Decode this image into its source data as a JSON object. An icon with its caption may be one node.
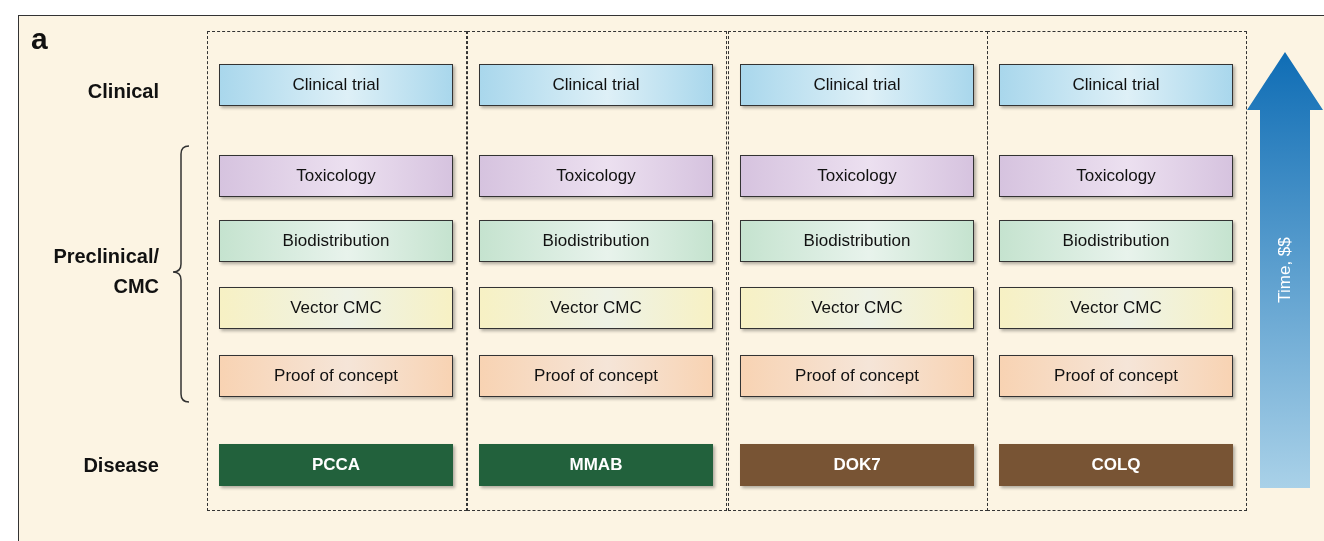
{
  "diagram": {
    "nodes": [
      {
        "text": [],
        "shape": "box"
      },
      {
        "text": [
          "Clinical trial"
        ],
        "in": 0
      },
      {
        "text": [
          "Toxicology"
        ],
        "in": 0
      },
      {
        "text": [
          "Biodistribution"
        ],
        "in": 0
      },
      {
        "text": [
          "Vector CMC"
        ],
        "in": 0
      },
      {
        "text": [
          "Proof of concept"
        ],
        "in": 0
      },
      {
        "text": [
          "PCCA"
        ],
        "in": 0
      },
      {
        "text": [],
        "shape": "box"
      },
      {
        "text": [
          "Clinical trial"
        ],
        "in": 7
      },
      {
        "text": [
          "Toxicology"
        ],
        "in": 7
      },
      {
        "text": [
          "Biodistribution"
        ],
        "in": 7
      },
      {
        "text": [
          "Vector CMC"
        ],
        "in": 7
      },
      {
        "text": [
          "Proof of concept"
        ],
        "in": 7
      },
      {
        "text": [
          "MMAB"
        ],
        "in": 7
      },
      {
        "text": [],
        "shape": "box"
      },
      {
        "text": [
          "Clinical trial"
        ],
        "in": 14
      },
      {
        "text": [
          "Toxicology"
        ],
        "in": 14
      },
      {
        "text": [
          "Biodistribution"
        ],
        "in": 14
      },
      {
        "text": [
          "Vector CMC"
        ],
        "in": 14
      },
      {
        "text": [
          "Proof of concept"
        ],
        "in": 14
      },
      {
        "text": [
          "DOK7"
        ],
        "in": 14
      },
      {
        "text": [],
        "shape": "box"
      },
      {
        "text": [
          "Clinical trial"
        ],
        "in": 21
      },
      {
        "text": [
          "Toxicology"
        ],
        "in": 21
      },
      {
        "text": [
          "Biodistribution"
        ],
        "in": 21
      },
      {
        "text": [
          "Vector CMC"
        ],
        "in": 21
      },
      {
        "text": [
          "Proof of concept"
        ],
        "in": 21
      },
      {
        "text": [
          "COLQ"
        ],
        "in": 21
      },
      {
        "text": [
          "Time, $$"
        ]
      }
    ],
    "labels": [
      "a",
      "Clinical",
      "Preclinical/ CMC",
      "Disease"
    ]
  }
}
